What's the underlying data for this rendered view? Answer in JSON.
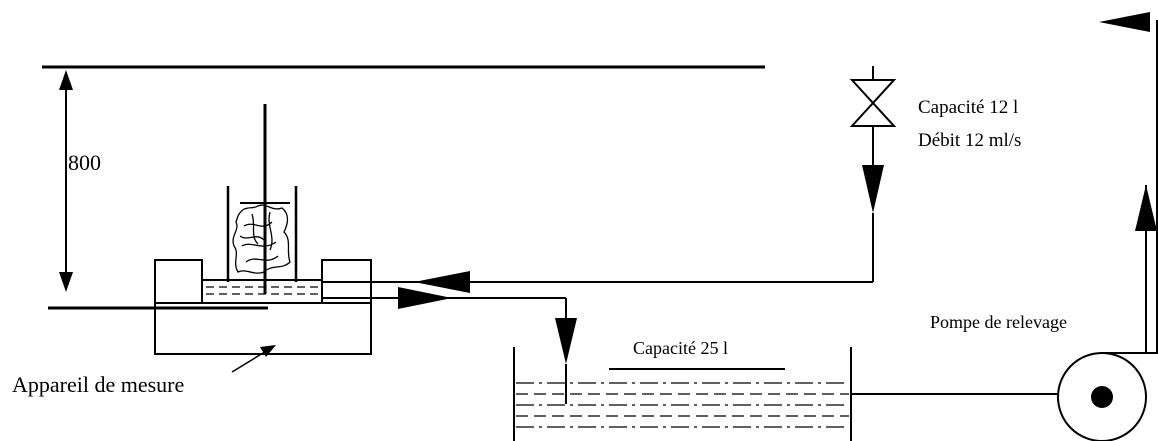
{
  "labels": {
    "height_value": "800",
    "tank_capacity": "Capacité 12 l",
    "flow_rate": "Débit 12 ml/s",
    "pump": "Pompe de relevage",
    "reservoir_capacity": "Capacité 25 l",
    "measuring_device": "Appareil de mesure"
  },
  "colors": {
    "stroke": "#000000",
    "background": "#ffffff"
  }
}
